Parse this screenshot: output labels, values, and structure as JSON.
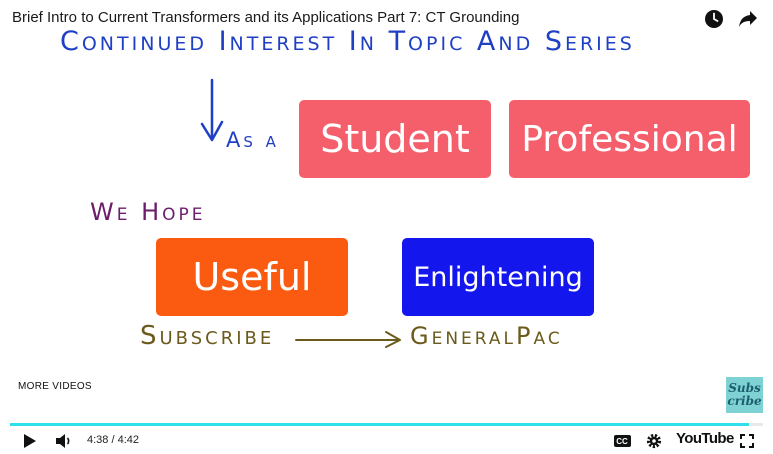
{
  "video": {
    "title": "Brief Intro to Current Transformers and its Applications Part 7: CT Grounding"
  },
  "top_icons": {
    "watch_later": "clock-icon",
    "share": "share-arrow-icon"
  },
  "slide": {
    "heading": "Continued Interest In Topic And Series",
    "as_a": "As a",
    "student_label": "Student",
    "professional_label": "Professional",
    "we_hope": "We Hope",
    "useful_label": "Useful",
    "enlightening_label": "Enlightening",
    "subscribe": "Subscribe",
    "channel": "GeneralPac",
    "colors": {
      "blue_ink": "#1f3fc4",
      "purple_ink": "#6b1d6b",
      "olive_ink": "#6b5a1c",
      "student_bg": "#f55f6c",
      "professional_bg": "#f55f6c",
      "useful_bg": "#fb5a11",
      "enlightening_bg": "#1317ee"
    }
  },
  "overlay": {
    "more_videos": "MORE VIDEOS",
    "subscribe_badge_line1": "Subs",
    "subscribe_badge_line2": "cribe"
  },
  "player": {
    "time_display": "4:38 / 4:42",
    "progress_fraction": 0.982,
    "progress_color": "#2fe0ea",
    "cc_label": "CC",
    "logo": "YouTube",
    "icons": [
      "play-icon",
      "volume-icon",
      "captions-icon",
      "gear-icon",
      "youtube-logo",
      "fullscreen-icon"
    ]
  }
}
